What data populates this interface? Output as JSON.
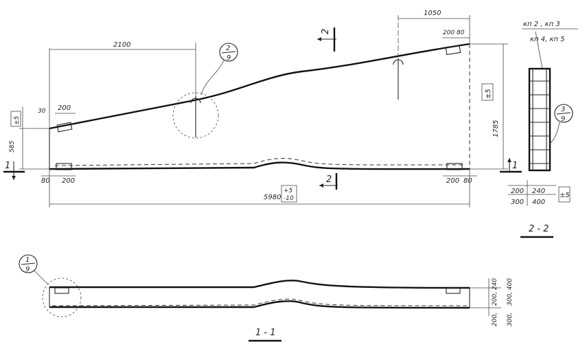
{
  "plan": {
    "dim_top_left": "2100",
    "dim_top_right": "1050",
    "dim_200_80_top": "200 80",
    "dim_200_left": "200",
    "dim_30": "30",
    "dim_585": "585",
    "dim_1785": "1785",
    "tol_left": "±5",
    "tol_right": "±5",
    "dim_80_left": "80",
    "dim_200_bot_left": "200",
    "dim_200_bot_right": "200",
    "dim_80_bot_right": "80",
    "dim_total": "5980",
    "dim_total_tol_plus": "+5",
    "dim_total_tol_minus": "-10",
    "callout_2_9_num": "2",
    "callout_2_9_den": "9",
    "section_1_left": "1",
    "section_1_right": "1",
    "section_2_top": "2",
    "section_2_bottom": "2"
  },
  "section22": {
    "labels_line1": "кп 2 ,  кп 3",
    "labels_line2": "кп 4,  кп 5",
    "dim_200": "200",
    "dim_240": "240",
    "dim_300": "300",
    "dim_400": "400",
    "tol": "±5",
    "callout_num": "3",
    "callout_den": "9",
    "title": "2 - 2"
  },
  "section11": {
    "callout_num": "1",
    "callout_den": "9",
    "dim_right_top": "200, 240",
    "dim_right_bottom": "300, 400",
    "title": "1 - 1"
  }
}
